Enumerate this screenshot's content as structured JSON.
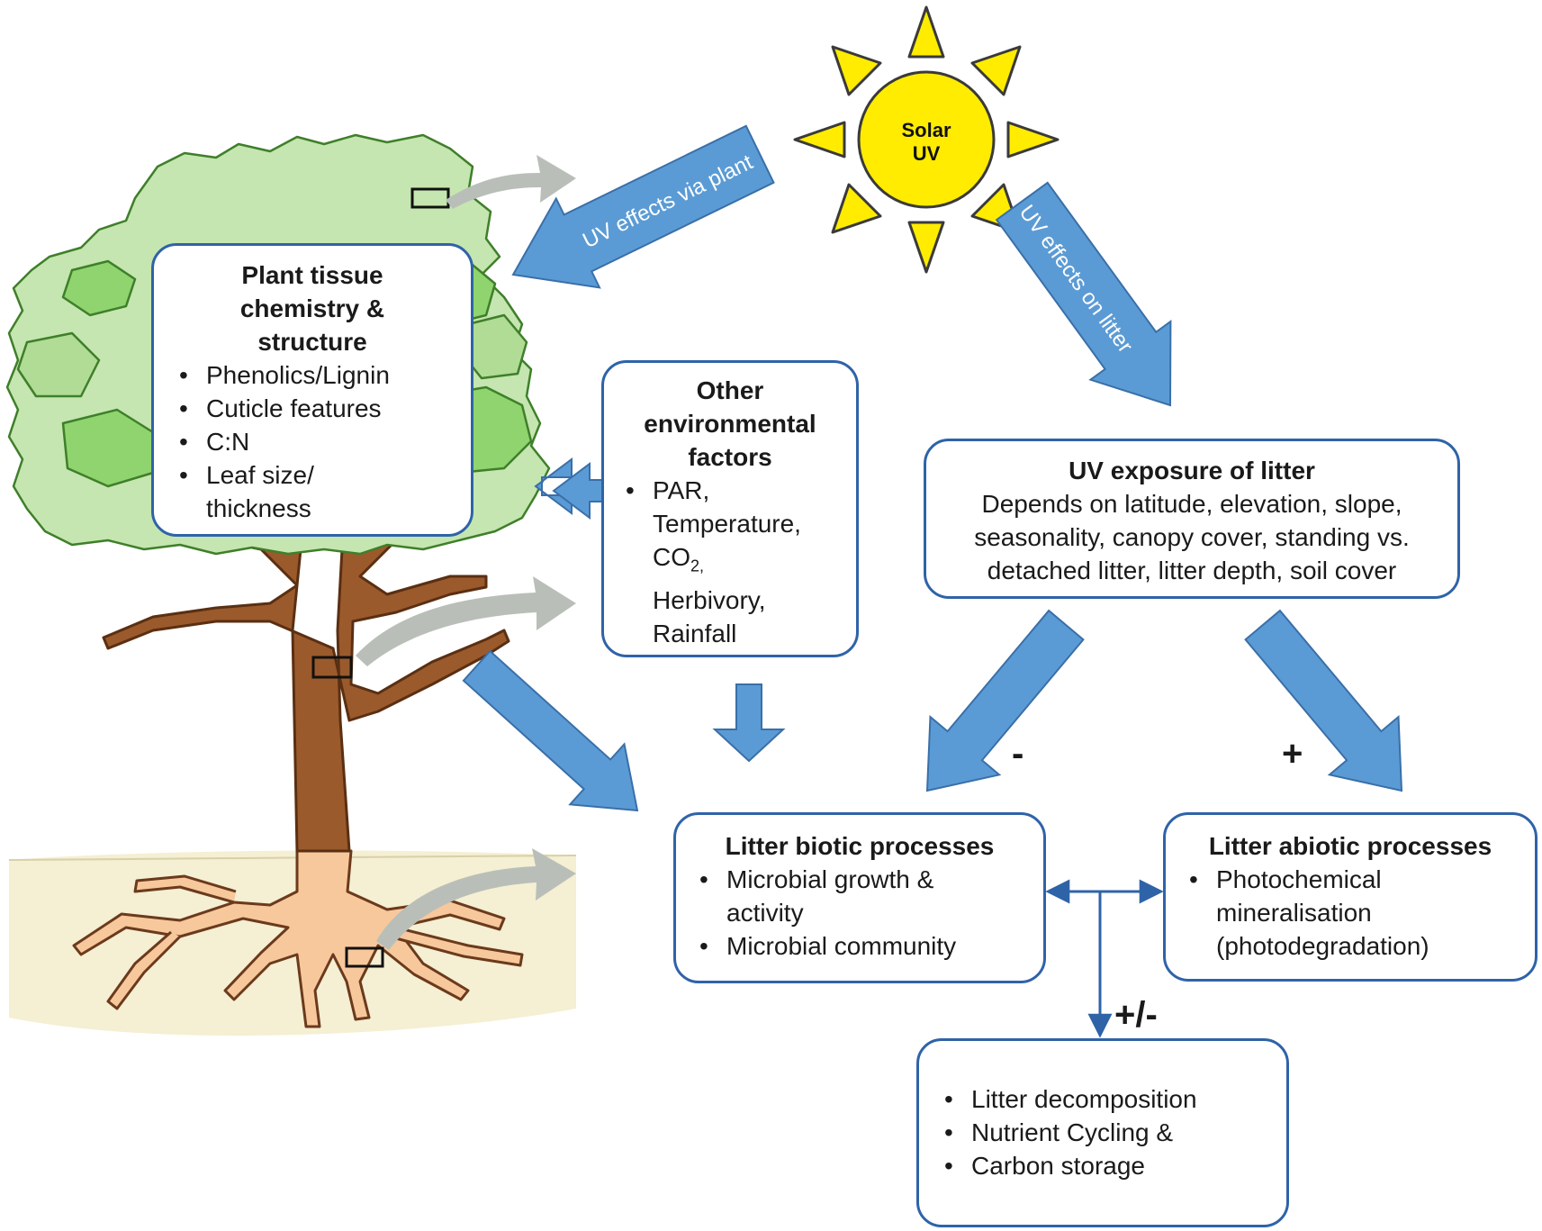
{
  "sun": {
    "label_line1": "Solar",
    "label_line2": "UV",
    "color": "#ffec00"
  },
  "arrows": {
    "via_plant": "UV effects via plant",
    "on_litter": "UV effects on litter",
    "color": "#5b9bd5"
  },
  "plant_box": {
    "title_line1": "Plant tissue",
    "title_line2": "chemistry &",
    "title_line3": "structure",
    "items": [
      "Phenolics/Lignin",
      "Cuticle features",
      "C:N",
      "Leaf size/",
      "thickness"
    ]
  },
  "env_box": {
    "title_line1": "Other",
    "title_line2": "environmental",
    "title_line3": "factors",
    "items": [
      "PAR,",
      "Temperature,",
      "CO",
      "Herbivory,",
      "Rainfall"
    ],
    "co2_subscript": "2,"
  },
  "exposure_box": {
    "title": "UV exposure of litter",
    "line1": "Depends on latitude, elevation, slope,",
    "line2": "seasonality, canopy cover, standing vs.",
    "line3": "detached litter, litter depth, soil cover"
  },
  "biotic_box": {
    "title": "Litter biotic processes",
    "items": [
      "Microbial growth &",
      "activity",
      "Microbial community"
    ]
  },
  "abiotic_box": {
    "title": "Litter abiotic processes",
    "items": [
      "Photochemical",
      "mineralisation",
      "(photodegradation)"
    ]
  },
  "outcome_box": {
    "items": [
      "Litter decomposition",
      "Nutrient Cycling &",
      "Carbon storage"
    ]
  },
  "signs": {
    "negative": "-",
    "positive": "+",
    "mixed": "+/-"
  },
  "colors": {
    "box_border": "#2f63a8",
    "leaf_light": "#c5e6b0",
    "leaf_dark": "#8fd46e",
    "trunk": "#9b5a2c",
    "soil": "#f5efd3",
    "root": "#f7c89c",
    "grey_arrow": "#b9bfb8"
  }
}
